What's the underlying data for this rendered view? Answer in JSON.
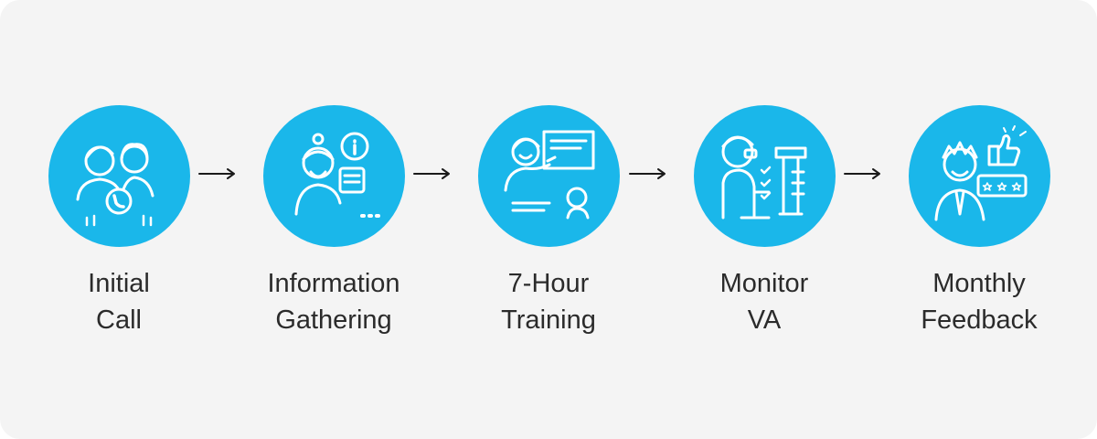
{
  "steps": [
    {
      "line1": "Initial",
      "line2": "Call",
      "icon": "phone-call-people-icon"
    },
    {
      "line1": "Information",
      "line2": "Gathering",
      "icon": "info-gathering-icon"
    },
    {
      "line1": "7-Hour",
      "line2": "Training",
      "icon": "training-presentation-icon"
    },
    {
      "line1": "Monitor",
      "line2": "VA",
      "icon": "monitor-checklist-icon"
    },
    {
      "line1": "Monthly",
      "line2": "Feedback",
      "icon": "feedback-thumbs-up-icon"
    }
  ],
  "colors": {
    "accent": "#1ab7ea",
    "text": "#2b2b2b",
    "background": "#f4f4f4",
    "arrow": "#1a1a1a"
  }
}
